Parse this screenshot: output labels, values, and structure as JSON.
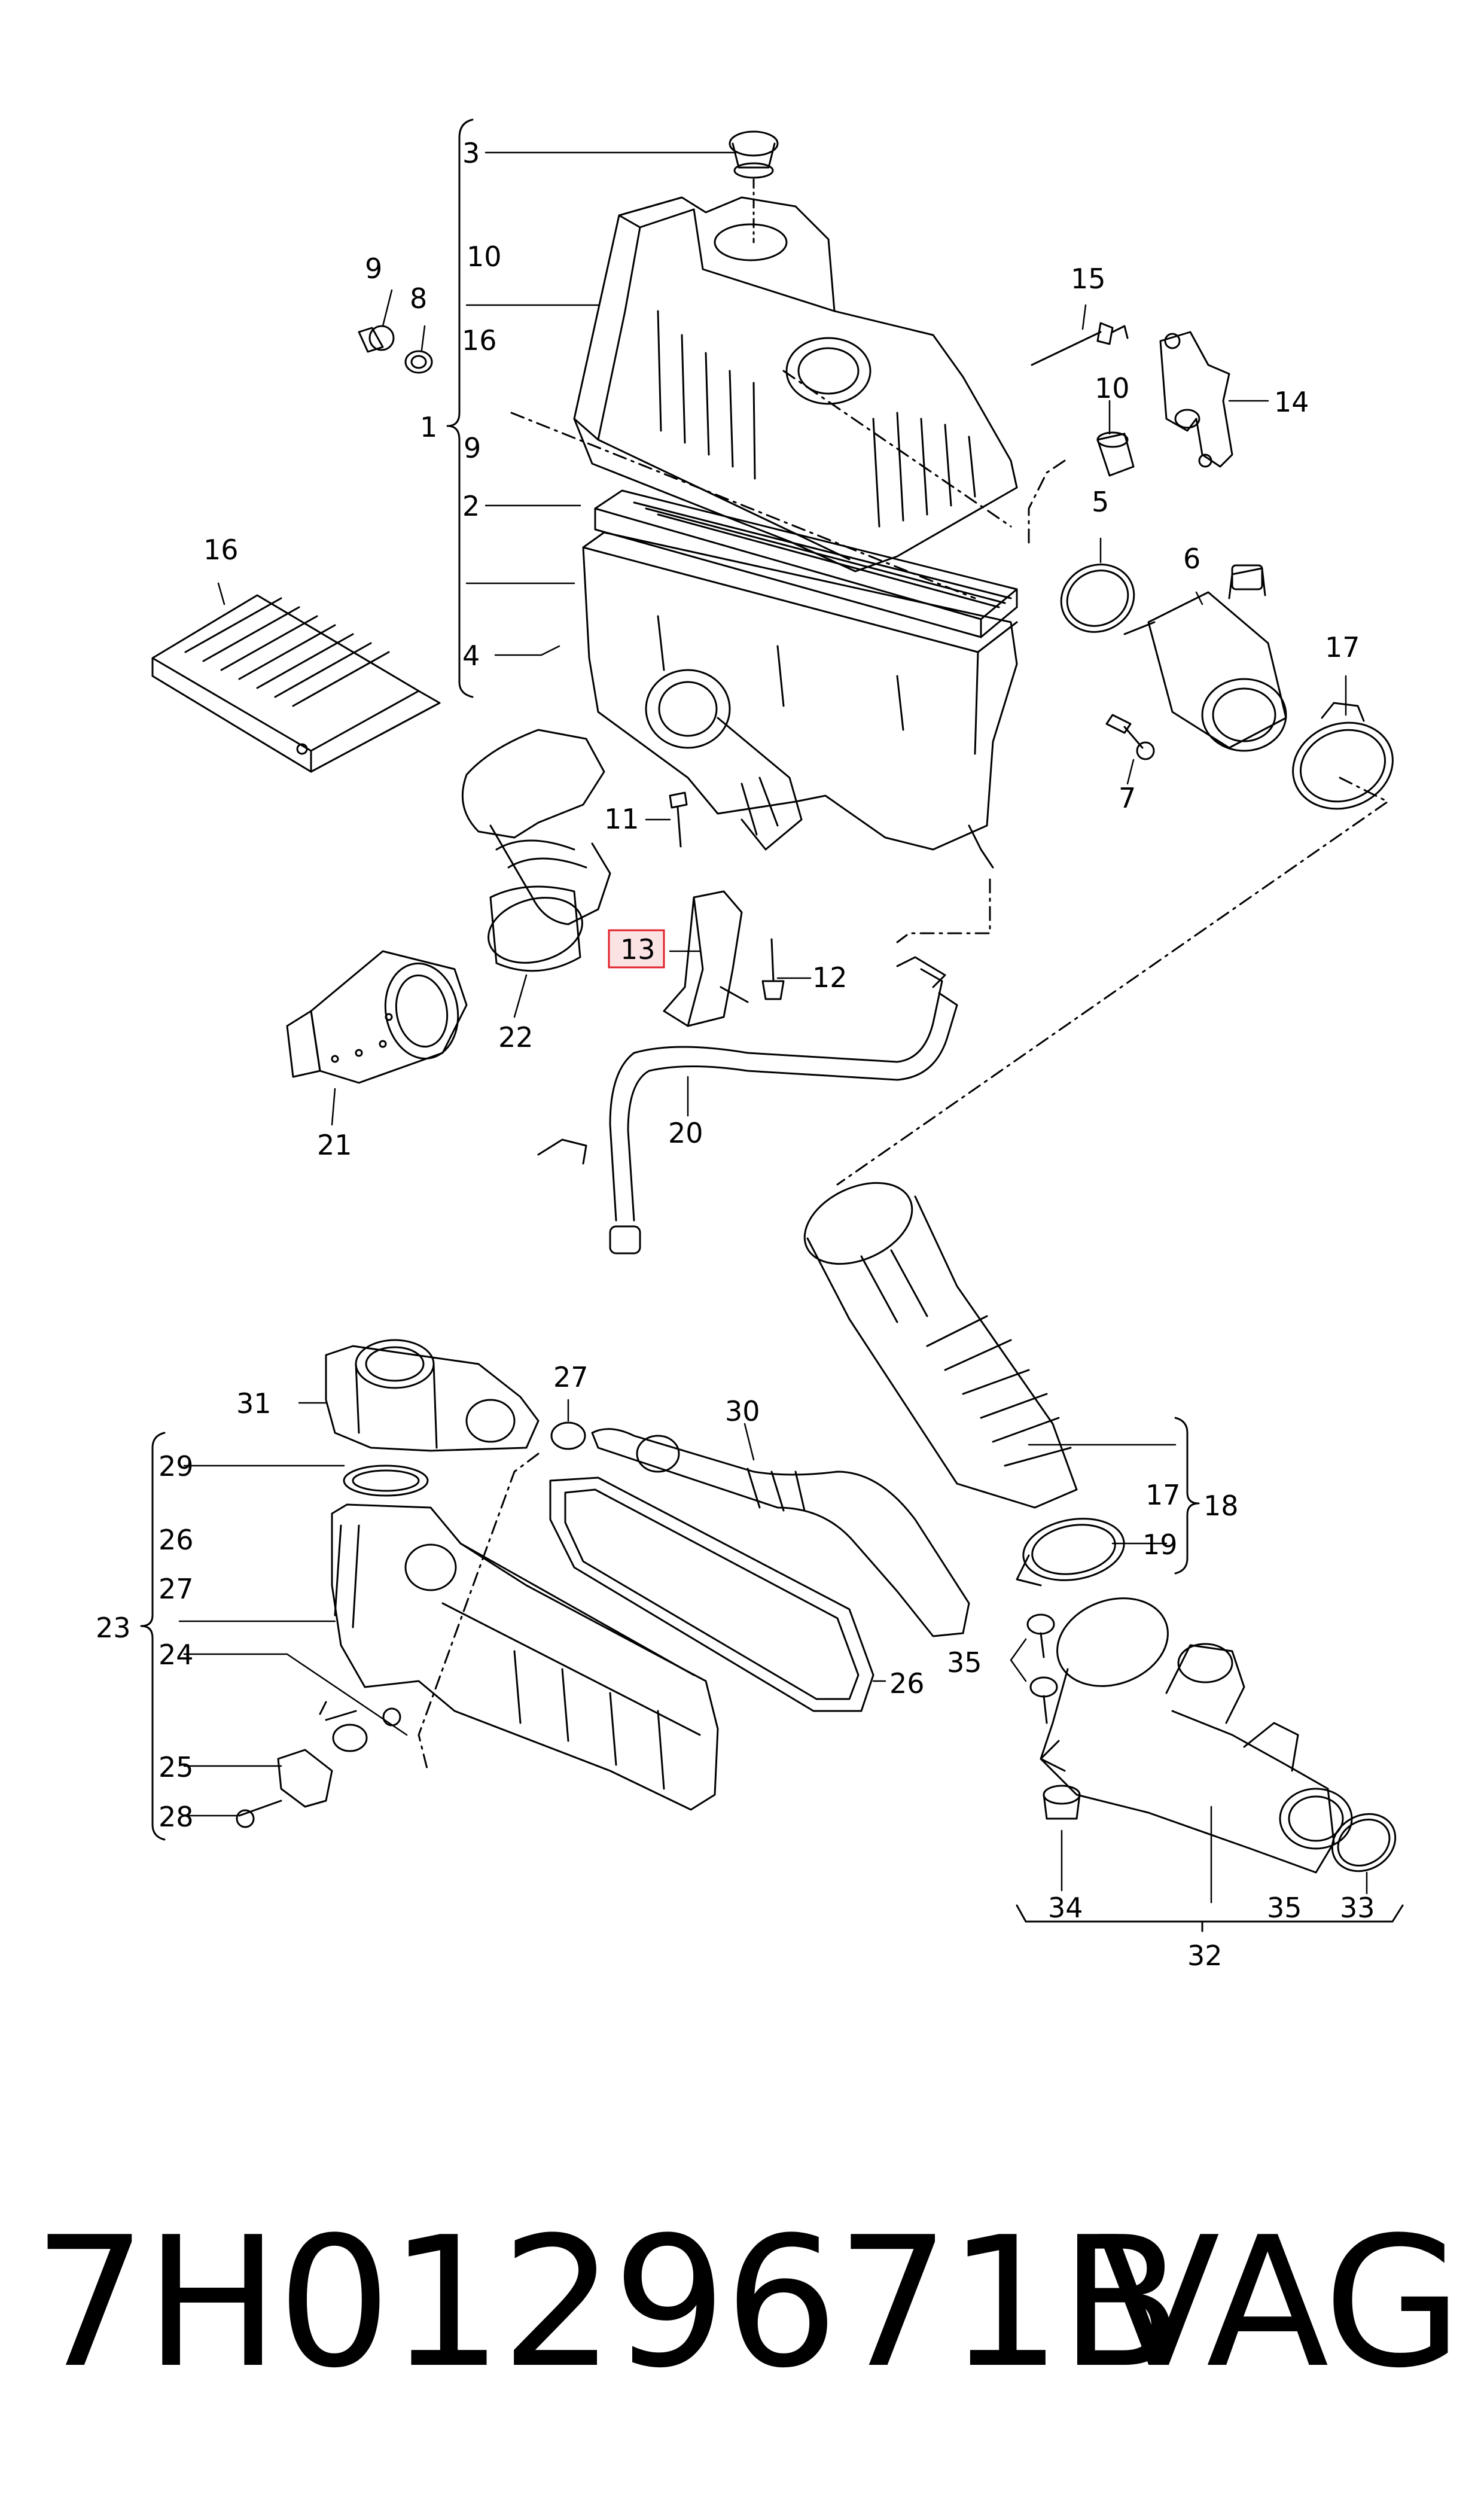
{
  "diagram": {
    "callouts": [
      {
        "id": "c1",
        "text": "1"
      },
      {
        "id": "c2",
        "text": "2"
      },
      {
        "id": "c3",
        "text": "3"
      },
      {
        "id": "c4",
        "text": "4"
      },
      {
        "id": "c5",
        "text": "5"
      },
      {
        "id": "c6",
        "text": "6"
      },
      {
        "id": "c7",
        "text": "7"
      },
      {
        "id": "c8",
        "text": "8"
      },
      {
        "id": "c9a",
        "text": "9"
      },
      {
        "id": "c9b",
        "text": "9"
      },
      {
        "id": "c10a",
        "text": "10"
      },
      {
        "id": "c10b",
        "text": "10"
      },
      {
        "id": "c11",
        "text": "11"
      },
      {
        "id": "c12",
        "text": "12"
      },
      {
        "id": "c13",
        "text": "13"
      },
      {
        "id": "c14",
        "text": "14"
      },
      {
        "id": "c15",
        "text": "15"
      },
      {
        "id": "c16a",
        "text": "16"
      },
      {
        "id": "c16b",
        "text": "16"
      },
      {
        "id": "c17a",
        "text": "17"
      },
      {
        "id": "c17b",
        "text": "17"
      },
      {
        "id": "c18",
        "text": "18"
      },
      {
        "id": "c19",
        "text": "19"
      },
      {
        "id": "c20",
        "text": "20"
      },
      {
        "id": "c21",
        "text": "21"
      },
      {
        "id": "c22",
        "text": "22"
      },
      {
        "id": "c23",
        "text": "23"
      },
      {
        "id": "c24",
        "text": "24"
      },
      {
        "id": "c25",
        "text": "25"
      },
      {
        "id": "c26a",
        "text": "26"
      },
      {
        "id": "c26b",
        "text": "26"
      },
      {
        "id": "c27a",
        "text": "27"
      },
      {
        "id": "c27b",
        "text": "27"
      },
      {
        "id": "c28",
        "text": "28"
      },
      {
        "id": "c29",
        "text": "29"
      },
      {
        "id": "c30",
        "text": "30"
      },
      {
        "id": "c31",
        "text": "31"
      },
      {
        "id": "c32",
        "text": "32"
      },
      {
        "id": "c33",
        "text": "33"
      },
      {
        "id": "c34",
        "text": "34"
      },
      {
        "id": "c35a",
        "text": "35"
      },
      {
        "id": "c35b",
        "text": "35"
      }
    ],
    "highlight_callout": "13",
    "highlight_color": "#e0202a",
    "highlight_fill": "#fbe3e4"
  },
  "caption": {
    "part_number": "7H0129671B",
    "brand": "VAG"
  }
}
